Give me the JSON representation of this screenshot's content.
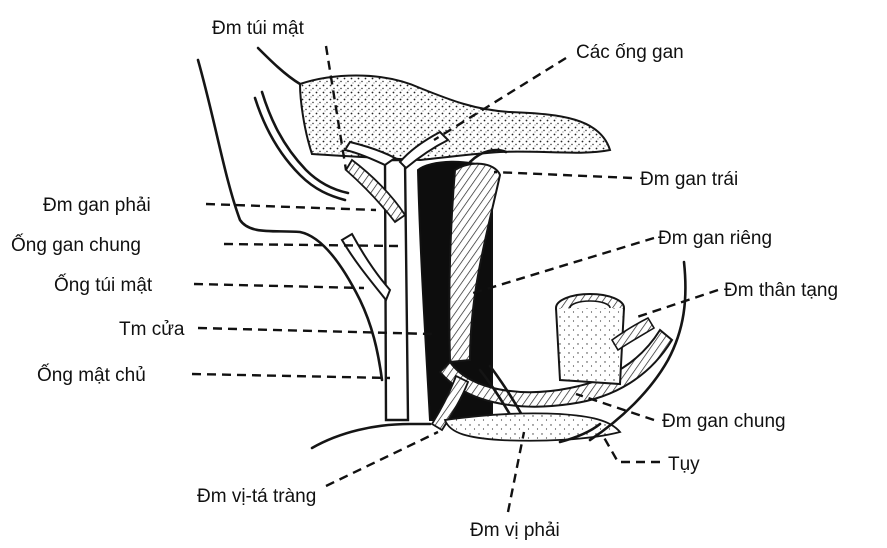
{
  "labels": {
    "dm_tui_mat": "Đm túi mật",
    "cac_ong_gan": "Các ống gan",
    "dm_gan_trai": "Đm gan trái",
    "dm_gan_phai": "Đm gan phải",
    "ong_gan_chung": "Ống gan chung",
    "dm_gan_rieng": "Đm gan riêng",
    "ong_tui_mat": "Ống túi mật",
    "dm_than_tang": "Đm thân tạng",
    "tm_cua": "Tm cửa",
    "ong_mat_chu": "Ống mật chủ",
    "dm_gan_chung": "Đm gan chung",
    "tuy": "Tụy",
    "dm_vi_ta_trang": "Đm vị-tá tràng",
    "dm_vi_phai": "Đm vị phải"
  }
}
